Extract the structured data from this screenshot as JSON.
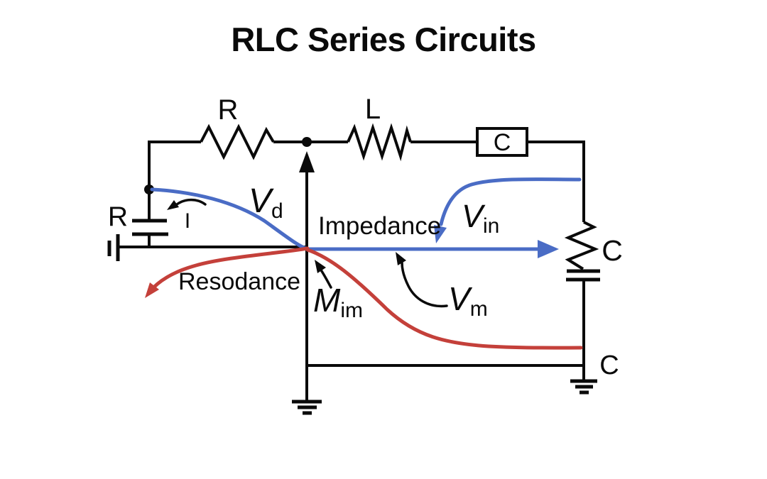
{
  "title": "RLC Series Circuits",
  "colors": {
    "blue": "#4a6cc5",
    "red": "#c4403a"
  },
  "components": {
    "resistor_top": "R",
    "inductor": "L",
    "series_box": "C",
    "source_left": "R",
    "current": "I",
    "capacitor_right": "C",
    "ground_right": "C"
  },
  "annotations": {
    "vd": {
      "main": "V",
      "sub": "d"
    },
    "impedance": "Impedance",
    "vin": {
      "main": "V",
      "sub": "in"
    },
    "resonance": "Resodance",
    "mim": {
      "main": "M",
      "sub": "im"
    },
    "vm": {
      "main": "V",
      "sub": "m"
    }
  }
}
